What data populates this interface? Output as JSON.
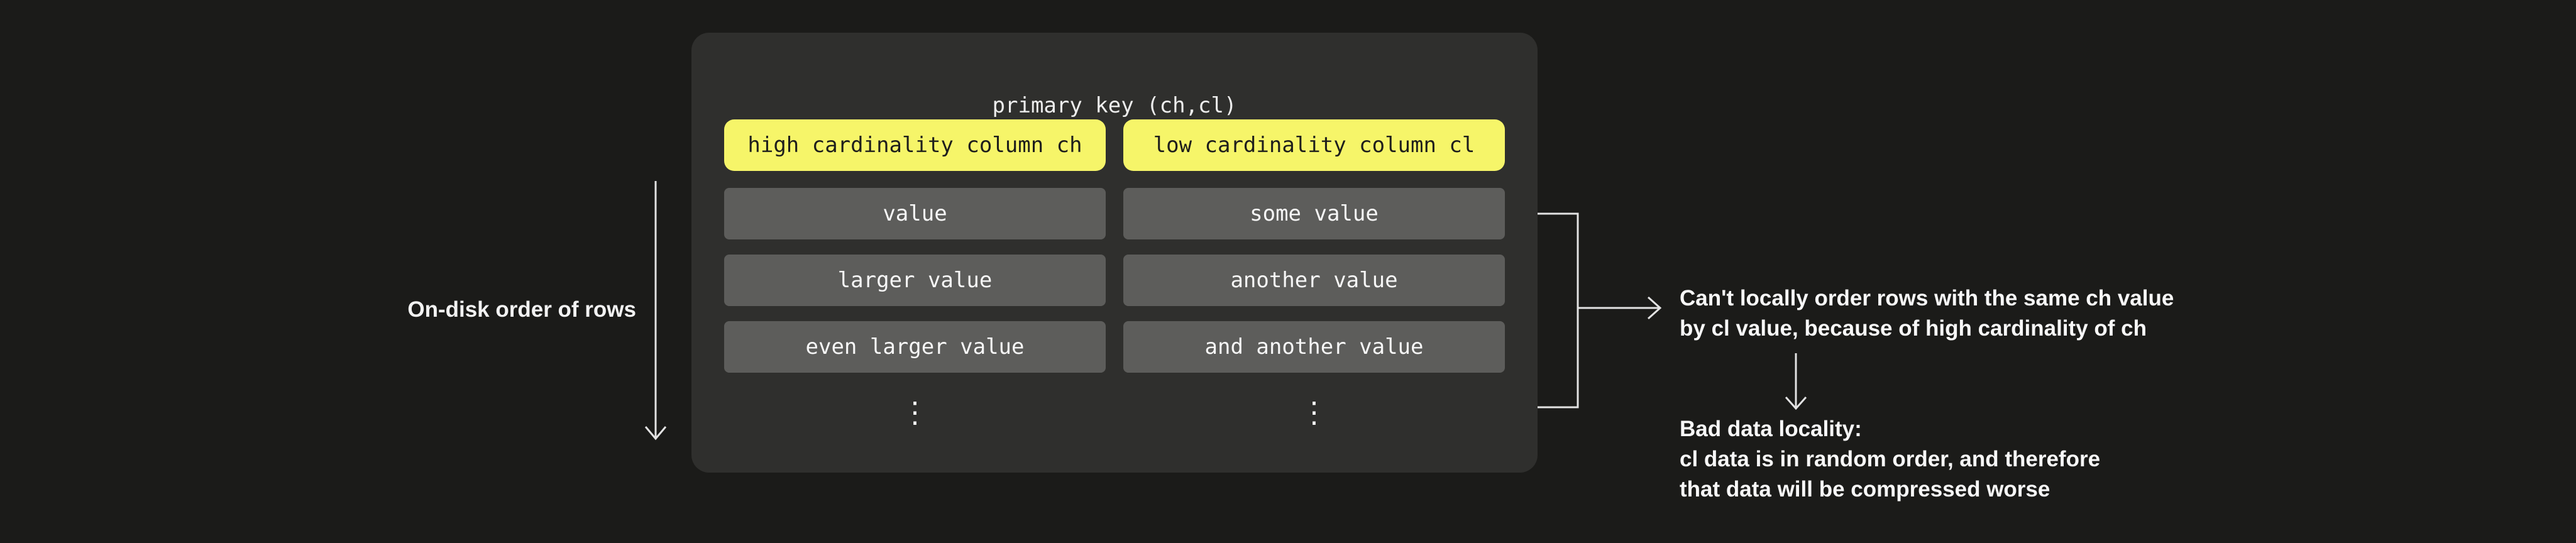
{
  "table": {
    "title": "primary key (ch,cl)",
    "columns": [
      {
        "header": "high cardinality column ch",
        "rows": [
          "value",
          "larger value",
          "even larger value"
        ],
        "more_symbol": "⋮"
      },
      {
        "header": "low cardinality column cl",
        "rows": [
          "some value",
          "another value",
          "and another value"
        ],
        "more_symbol": "⋮"
      }
    ]
  },
  "annotations": {
    "left_label": "On-disk order of rows",
    "right_top": [
      "Can't locally order rows with the same ch value",
      "by cl value, because of high cardinality of ch"
    ],
    "right_bottom": [
      "Bad data locality:",
      "cl data is in random order, and therefore",
      "that data will be compressed worse"
    ]
  },
  "icons": {
    "down_arrow": "down-arrow",
    "right_arrow": "right-arrow",
    "row_group_bracket": "bracket"
  },
  "colors": {
    "background": "#1b1b19",
    "panel": "#2f2f2d",
    "header_bg": "#f6f569",
    "header_text": "#1e1e1c",
    "cell_bg": "#5d5d5b",
    "cell_text": "#f7f7f7",
    "annotation_text": "#f7f7f7",
    "line": "#e3e3e3"
  }
}
